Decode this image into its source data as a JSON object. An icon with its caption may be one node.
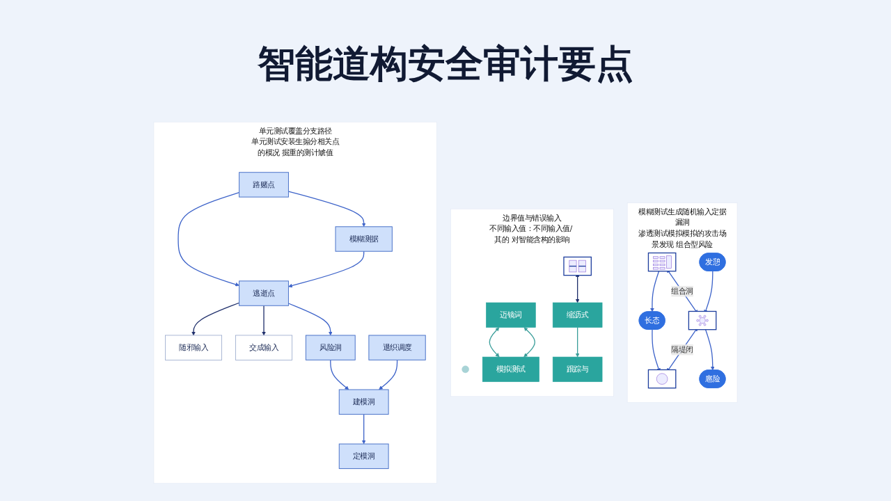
{
  "diagram": {
    "title": "智能道构安全审计要点",
    "nodes": [
      {
        "text": [
          "单元测试覆盖分支路径",
          "单元测试安装生搧分相关点的模况 掘重的测计虓值"
        ]
      },
      {
        "text": [
          "路赌点"
        ],
        "in": 0
      },
      {
        "text": [
          "模糊测据"
        ],
        "in": 0
      },
      {
        "text": [
          "逃逝点"
        ],
        "in": 0
      },
      {
        "text": [
          "随邪输入"
        ],
        "in": 0
      },
      {
        "text": [
          "交成输入"
        ],
        "in": 0
      },
      {
        "text": [
          "风险洞"
        ],
        "in": 0
      },
      {
        "text": [
          "退织调度"
        ],
        "in": 0
      },
      {
        "text": [
          "建模洞"
        ],
        "in": 0
      },
      {
        "text": [
          "定模洞"
        ],
        "in": 0
      },
      {
        "text": [
          "边界值与错误输入",
          "不同输入值：不同输入值/ 其的 对智能含构的影响"
        ]
      },
      {
        "text": [],
        "shape": "circle",
        "in": 10
      },
      {
        "text": [
          "迈镜词"
        ],
        "in": 10
      },
      {
        "text": [
          "模拟测试"
        ],
        "in": 10
      },
      {
        "text": [],
        "shape": "picture",
        "in": 10
      },
      {
        "text": [
          "缩沥式"
        ],
        "in": 10
      },
      {
        "text": [
          "跟踪与"
        ],
        "in": 10
      },
      {
        "text": [
          "模糊测试生成随机输入定据漏洞",
          "渗透测试模拟模拟的攻击场景发现 组合型风险"
        ]
      },
      {
        "text": [],
        "shape": "picture",
        "in": 17
      },
      {
        "text": [
          "发憩"
        ],
        "in": 17
      },
      {
        "text": [
          "长态"
        ],
        "in": 17
      },
      {
        "text": [],
        "shape": "picture",
        "in": 17
      },
      {
        "text": [],
        "shape": "picture",
        "in": 17
      },
      {
        "text": [
          "扈险"
        ],
        "in": 17
      }
    ],
    "edges": [
      {
        "from": 1,
        "to": 2,
        "arrow": "to"
      },
      {
        "from": 1,
        "to": 3,
        "arrow": "to"
      },
      {
        "from": 2,
        "to": 3,
        "arrow": "to"
      },
      {
        "from": 3,
        "to": 4,
        "arrow": "to",
        "color": "#1f2f6b"
      },
      {
        "from": 3,
        "to": 5,
        "arrow": "to",
        "color": "#1f2f6b"
      },
      {
        "from": 3,
        "to": 6,
        "arrow": "to"
      },
      {
        "from": 6,
        "to": 8,
        "arrow": "to"
      },
      {
        "from": 7,
        "to": 8,
        "arrow": "to"
      },
      {
        "from": 8,
        "to": 9,
        "arrow": "to"
      },
      {
        "from": 12,
        "to": 13,
        "arrow": "both",
        "color": "#3a9e9a"
      },
      {
        "from": 12,
        "to": 13,
        "arrow": "both",
        "color": "#3a9e9a"
      },
      {
        "from": 14,
        "to": 15,
        "arrow": "both",
        "color": "#1f2f6b"
      },
      {
        "from": 15,
        "to": 16,
        "arrow": "to",
        "color": "#3a9e9a"
      },
      {
        "from": 18,
        "to": 20,
        "arrow": "to"
      },
      {
        "from": 18,
        "to": 21,
        "arrow": "both",
        "label": "组合洞"
      },
      {
        "from": 19,
        "to": 21,
        "arrow": "to"
      },
      {
        "from": 20,
        "to": 22,
        "arrow": "to"
      },
      {
        "from": 21,
        "to": 22,
        "arrow": "both",
        "label": "隔堤闭"
      },
      {
        "from": 21,
        "to": 23,
        "arrow": "to"
      }
    ]
  }
}
